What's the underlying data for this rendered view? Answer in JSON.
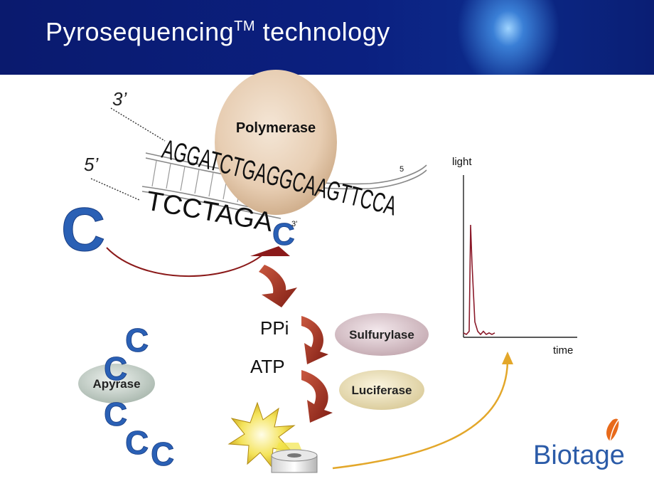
{
  "header": {
    "title_main": "Pyrosequencing",
    "title_tm": "TM",
    "title_rest": "technology"
  },
  "dna": {
    "label_3prime": "3’",
    "label_5prime": "5’",
    "template_strand": "AGGATCTGAGGCAAGTTCCA",
    "template_end": "5",
    "primer_strand": "TCCTAGA",
    "added_nucleotide": "C",
    "primer_end": "3'"
  },
  "enzymes": {
    "polymerase": "Polymerase",
    "sulfurylase": "Sulfurylase",
    "luciferase": "Luciferase",
    "apyrase": "Apyrase"
  },
  "reaction": {
    "ppi": "PPi",
    "atp": "ATP",
    "incoming_nucleotide": "C",
    "free_nucleotides": [
      "C",
      "C",
      "C",
      "C",
      "C"
    ]
  },
  "chart_data": {
    "type": "line",
    "xlabel": "time",
    "ylabel": "light",
    "series": [
      {
        "values_x": [
          0,
          4,
          8,
          10,
          12,
          16,
          20,
          24,
          28,
          32,
          36,
          40,
          44
        ],
        "values_y": [
          0.01,
          0.0,
          0.02,
          0.7,
          0.45,
          0.08,
          0.02,
          0.0,
          0.02,
          0.0,
          0.01,
          0.0,
          0.01
        ]
      }
    ],
    "xlim": [
      0,
      160
    ],
    "ylim": [
      0,
      1.0
    ],
    "grid": false
  },
  "logo": {
    "text": "Biotage"
  },
  "colors": {
    "banner": "#0b1f7c",
    "nucleotide": "#2a60b5",
    "arrow": "#9a2a1e",
    "trace": "#8b1a2a",
    "yellow_arrow": "#e3a72a",
    "logo_blue": "#2b5ba8",
    "logo_orange": "#e86a1a"
  }
}
